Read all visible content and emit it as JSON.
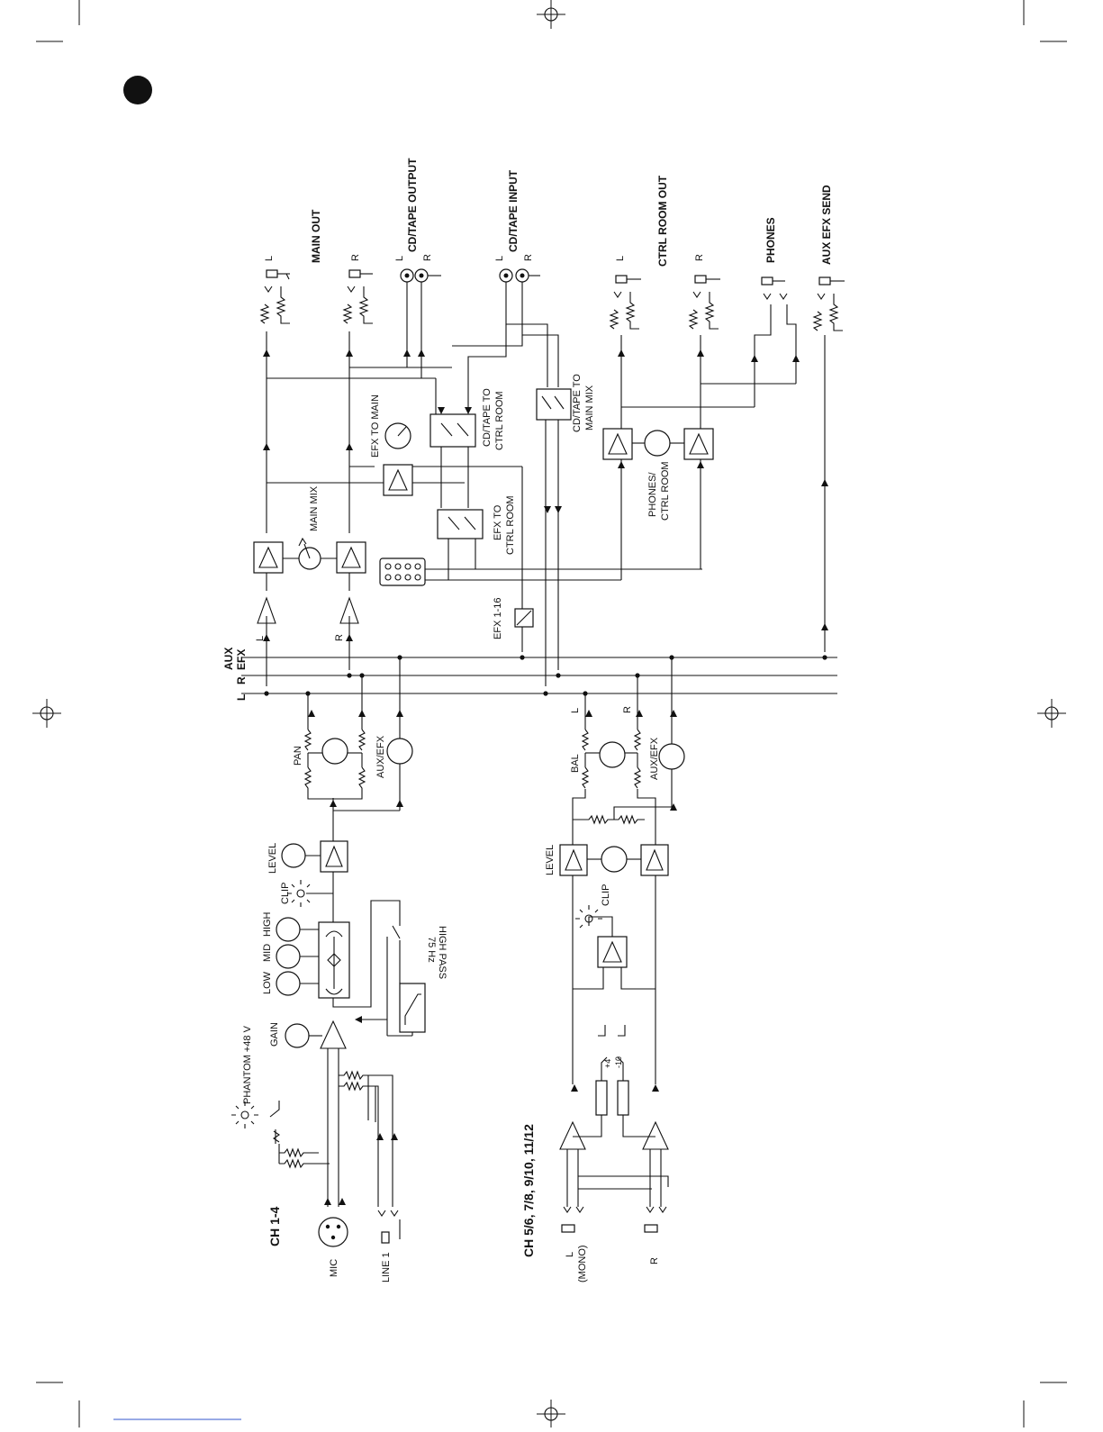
{
  "sections": {
    "ch14": "CH 1-4",
    "ch512": "CH 5/6, 7/8, 9/10, 11/12"
  },
  "outputs": {
    "main_out": "MAIN OUT",
    "cd_tape_output": "CD/TAPE OUTPUT",
    "cd_tape_input": "CD/TAPE INPUT",
    "ctrl_room_out": "CTRL ROOM OUT",
    "phones": "PHONES",
    "aux_efx_send": "AUX EFX SEND"
  },
  "channel_labels": {
    "L": "L",
    "R": "R"
  },
  "bus": {
    "aux": "AUX",
    "efx": "EFX",
    "r": "R",
    "l": "L"
  },
  "ch14_labels": {
    "mic": "MIC",
    "line1": "LINE 1",
    "phantom": "PHANTOM +48 V",
    "gain": "GAIN",
    "low": "LOW",
    "mid": "MID",
    "high": "HIGH",
    "clip": "CLIP",
    "level": "LEVEL",
    "highpass_freq": "75 Hz",
    "highpass": "HIGH PASS",
    "pan": "PAN",
    "aux_efx": "AUX/EFX"
  },
  "ch512_labels": {
    "l_input": "L",
    "mono": "(MONO)",
    "r_input": "R",
    "plus4": "+4",
    "minus10": "-10",
    "clip": "CLIP",
    "level": "LEVEL",
    "bal": "BAL",
    "aux_efx": "AUX/EFX"
  },
  "master_labels": {
    "main_mix": "MAIN MIX",
    "efx_to_main": "EFX TO MAIN",
    "cd_tape_to": "CD/TAPE TO",
    "ctrl_room": "CTRL ROOM",
    "efx_to": "EFX TO",
    "ctrl_room_2": "CTRL ROOM",
    "cd_tape_to_2": "CD/TAPE TO",
    "main_mix_2": "MAIN MIX",
    "phones_ctrl": "PHONES/",
    "ctrl_room_3": "CTRL ROOM",
    "efx_116": "EFX 1-16"
  }
}
